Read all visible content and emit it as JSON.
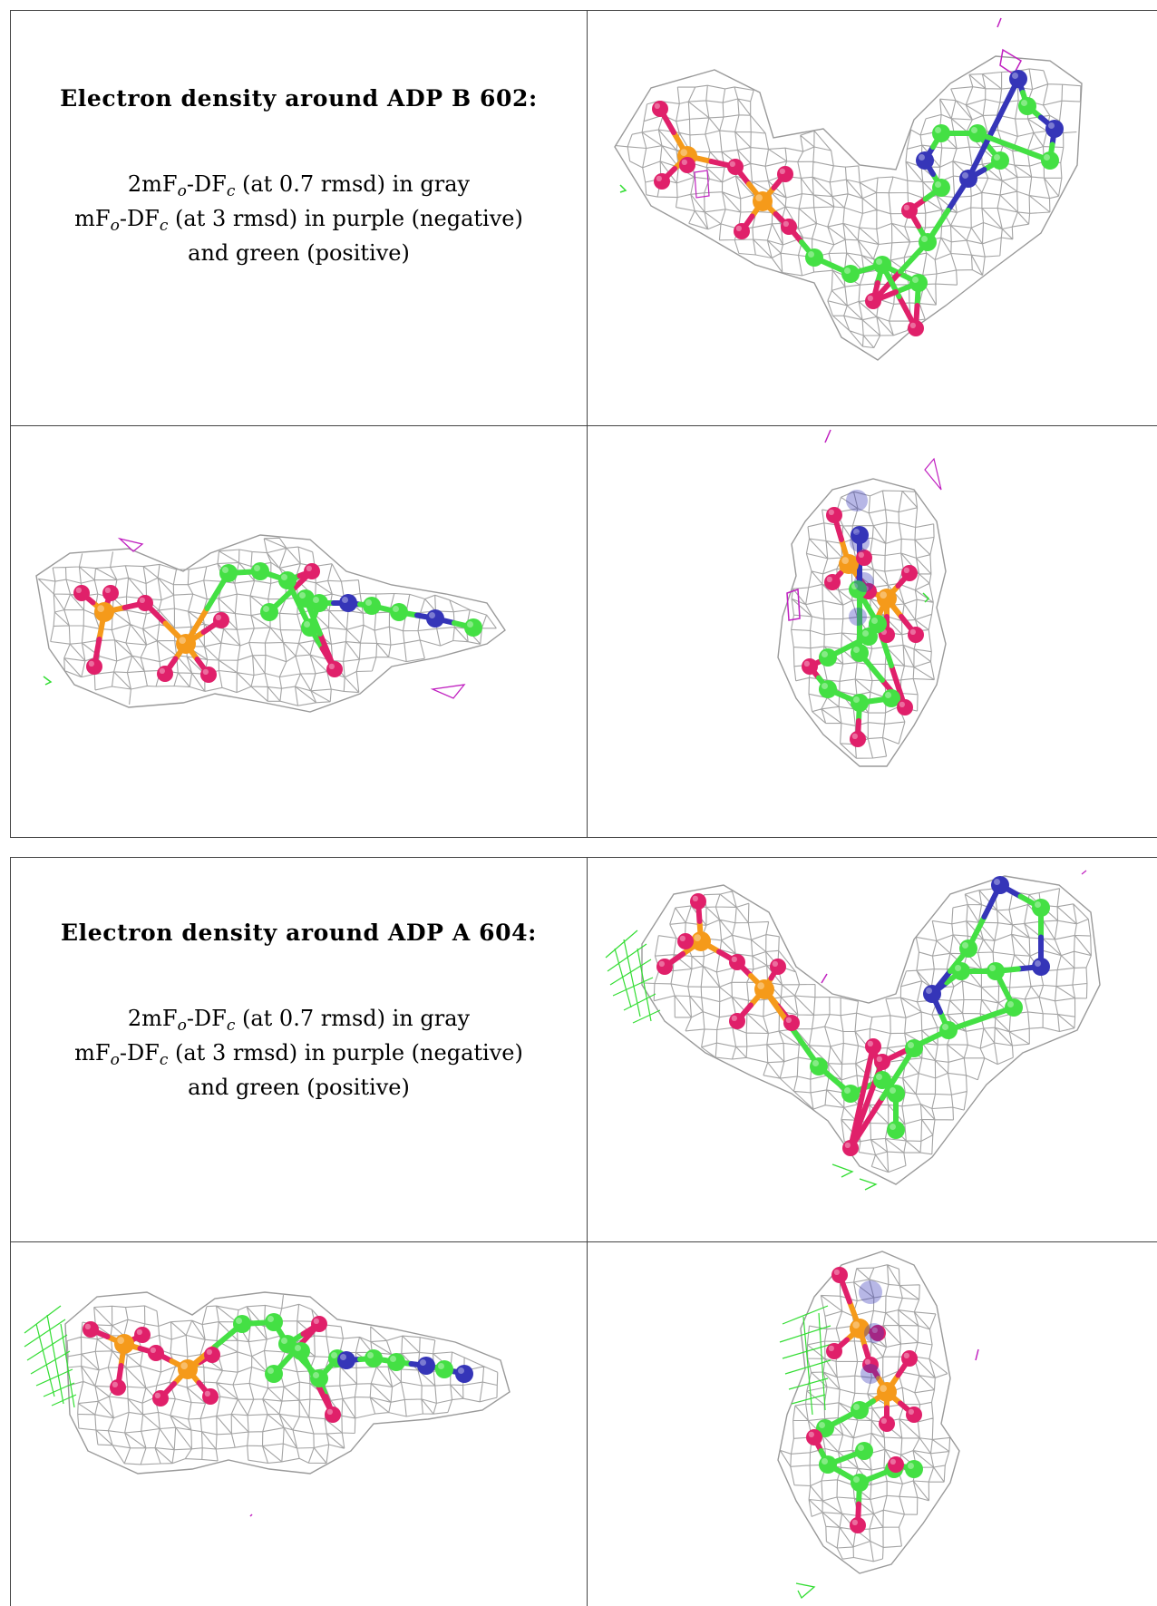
{
  "panels": [
    {
      "title": "Electron density around ADP B 602:",
      "legend": {
        "line1": {
          "pre": "2mF",
          "sub1": "o",
          "mid": "-DF",
          "sub2": "c",
          "post": " (at 0.7 rmsd) in gray"
        },
        "line2": {
          "pre": "mF",
          "sub1": "o",
          "mid": "-DF",
          "sub2": "c",
          "post": " (at 3 rmsd) in purple (negative)"
        },
        "line3": "and green (positive)"
      }
    },
    {
      "title": "Electron density around ADP A 604:",
      "legend": {
        "line1": {
          "pre": "2mF",
          "sub1": "o",
          "mid": "-DF",
          "sub2": "c",
          "post": " (at 0.7 rmsd) in gray"
        },
        "line2": {
          "pre": "mF",
          "sub1": "o",
          "mid": "-DF",
          "sub2": "c",
          "post": " (at 3 rmsd) in purple (negative)"
        },
        "line3": "and green (positive)"
      }
    }
  ],
  "colors": {
    "mesh_2fofc": "#9a9a9a",
    "negative_density": "#c020c0",
    "positive_density": "#33dd33",
    "carbon": "#44e044",
    "nitrogen": "#3535b8",
    "oxygen": "#e0206a",
    "phosphorus": "#f59a1a"
  }
}
